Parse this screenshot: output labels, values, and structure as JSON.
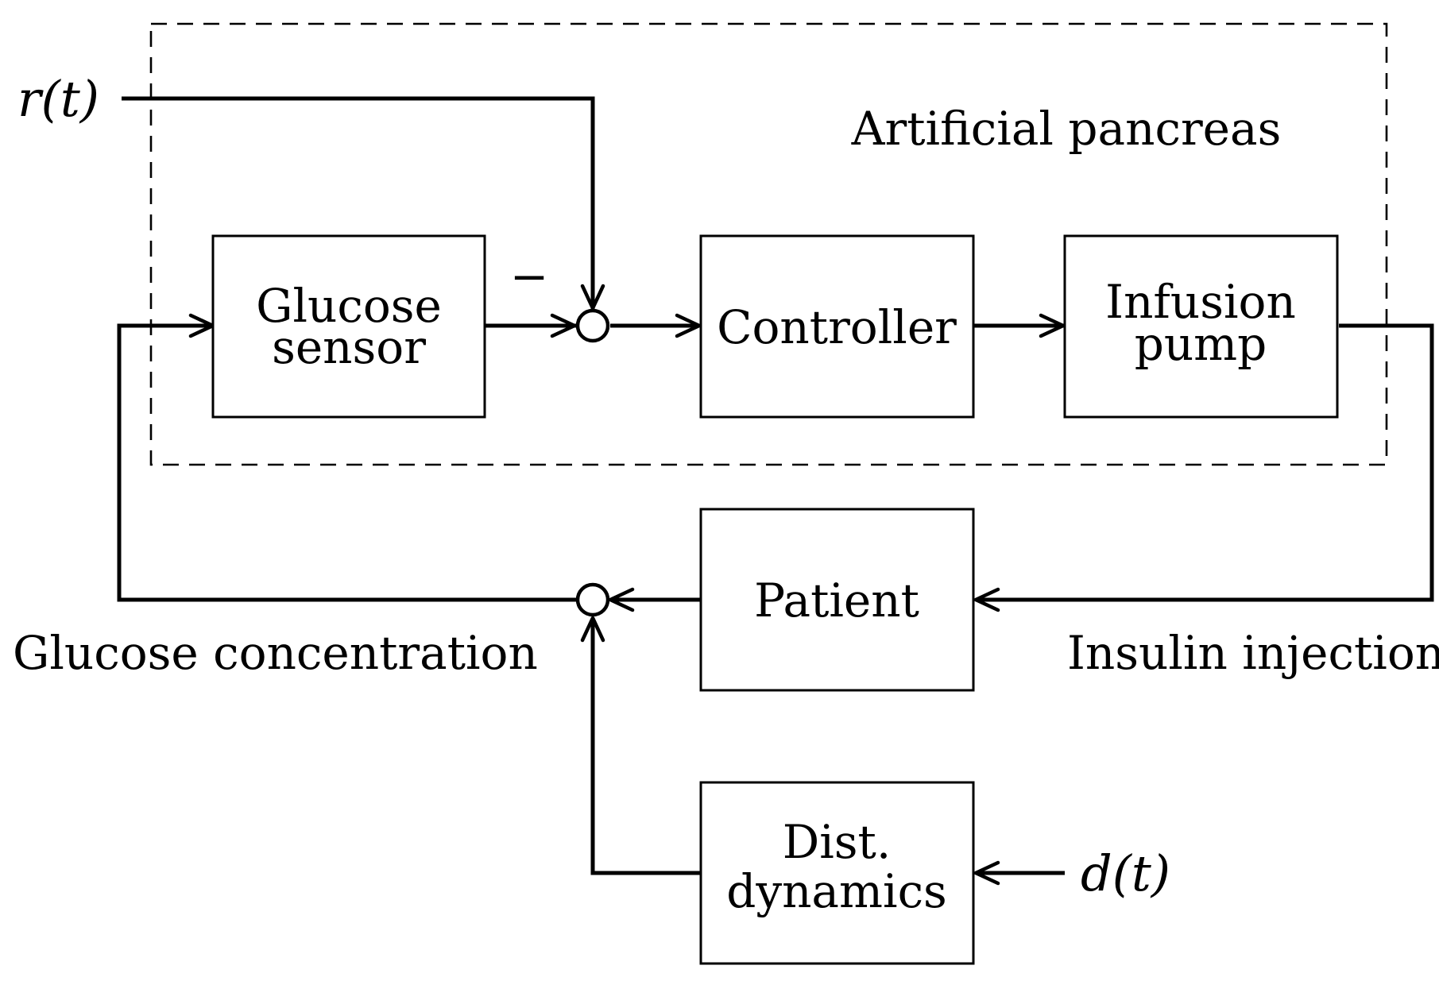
{
  "group": {
    "label": "Artificial pancreas"
  },
  "blocks": {
    "glucose_sensor": {
      "line1": "Glucose",
      "line2": "sensor"
    },
    "controller": {
      "label": "Controller"
    },
    "infusion_pump": {
      "line1": "Infusion",
      "line2": "pump"
    },
    "patient": {
      "label": "Patient"
    },
    "dist_dynamics": {
      "line1": "Dist.",
      "line2": "dynamics"
    }
  },
  "signals": {
    "reference": "r(t)",
    "disturbance": "d(t)",
    "glucose_concentration": "Glucose concentration",
    "insulin_injection": "Insulin injection",
    "minus_sign": "−"
  }
}
